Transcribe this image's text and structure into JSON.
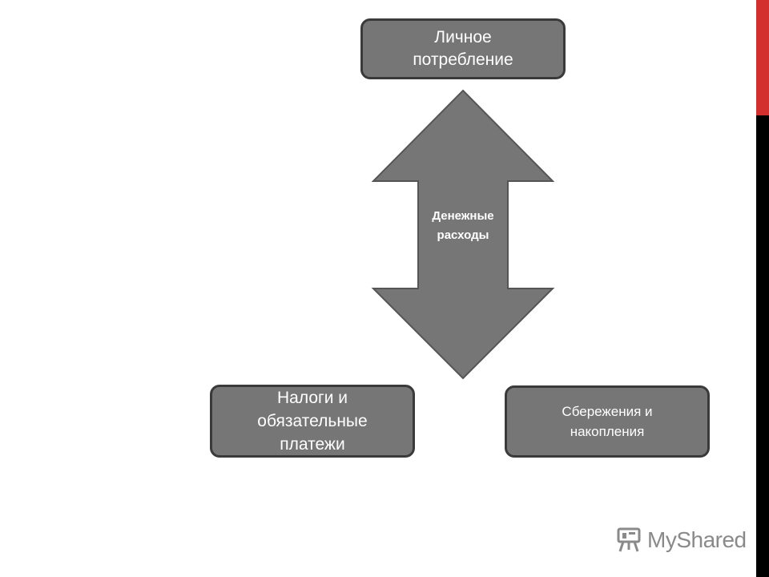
{
  "colors": {
    "box_fill": "#767676",
    "box_border": "#3a3a3a",
    "text": "#ffffff",
    "accent_red": "#d32f2f",
    "accent_black": "#000000",
    "logo_gray": "#8a8a8a"
  },
  "diagram": {
    "center_arrow": {
      "line1": "Денежные",
      "line2": "расходы"
    },
    "top_box": {
      "line1": "Личное",
      "line2": "потребление"
    },
    "left_box": {
      "line1": "Налоги и",
      "line2": "обязательные",
      "line3": "платежи"
    },
    "right_box": {
      "line1": "Сбережения и",
      "line2": "накопления"
    }
  },
  "watermark": {
    "text": "MyShared",
    "icon": "presentation-board-icon"
  }
}
